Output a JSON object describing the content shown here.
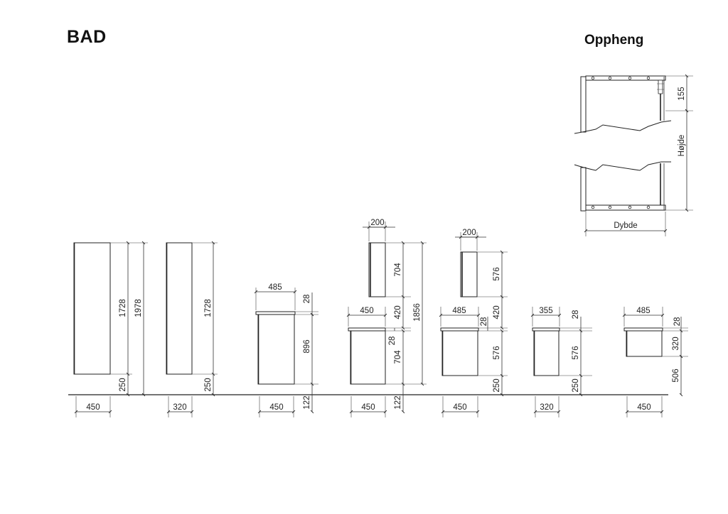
{
  "title": "BAD",
  "detail_title": "Oppheng",
  "detail_labels": {
    "height": "Højde",
    "depth": "Dybde",
    "top_offset": "155"
  },
  "units": [
    {
      "width": "450",
      "body_height": "1728",
      "total_height": "1978",
      "plinth": "250"
    },
    {
      "width": "320",
      "body_height": "1728",
      "plinth": "250"
    },
    {
      "top_width": "485",
      "top_thickness": "28",
      "height": "896",
      "plinth": "122",
      "width": "450"
    },
    {
      "wall_depth": "200",
      "wall_height": "704",
      "gap": "420",
      "overall": "1856",
      "top_width": "450",
      "top_thickness": "28",
      "base_height": "704",
      "plinth": "122",
      "width": "450"
    },
    {
      "wall_depth": "200",
      "wall_height": "576",
      "gap": "420",
      "top_width": "485",
      "top_thickness": "28",
      "base_height": "576",
      "plinth": "250",
      "width": "450"
    },
    {
      "top_width": "355",
      "top_thickness": "28",
      "height": "576",
      "plinth": "250",
      "width": "320"
    },
    {
      "top_width": "485",
      "top_thickness": "28",
      "height": "320",
      "floor_gap": "506",
      "width": "450"
    }
  ]
}
